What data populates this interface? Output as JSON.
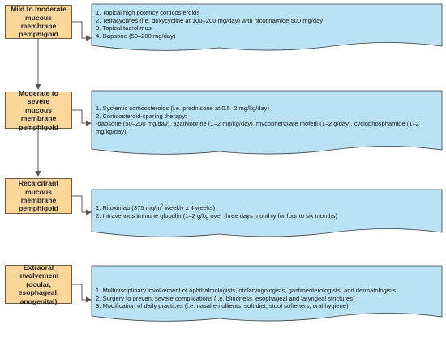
{
  "colors": {
    "stage_fill": "#fcd79c",
    "stage_border": "#6b5a3e",
    "treatment_fill": "#b9e3f4",
    "treatment_border": "#3a3a3a",
    "connector": "#555555"
  },
  "stages": [
    {
      "label": "Mild to moderate\nmucous membrane\npemphigoid",
      "treatments": [
        "1.  Topical high potency corticosteroids",
        "2.  Tetracyclines (i.e. doxycycline at 100–200 mg/day) with nicotinamide 500 mg/day",
        "3.  Topical tacrolimus",
        "4.  Dapsone (50–200 mg/day)"
      ]
    },
    {
      "label": "Moderate to severe\nmucous membrane\npemphigoid",
      "treatments": [
        "1. Systemic corticosteroids (i.e. prednisone at 0.5–2 mg/kg/day)",
        "2. Corticosteroid-sparing therapy:",
        "-dapsone (50–200 mg/day), azathioprine (1–2 mg/kg/day), mycophenolate mofetil (1–2 g/day), cyclophosphamide (1–2 mg/kg/day)"
      ]
    },
    {
      "label": "Recalcitrant\nmucous membrane\npemphigoid",
      "treatments": [
        "1.  Rituximab (375 mg/m",
        "2.  Intravenous immune globulin (1–2 g/kg over three days monthly for four to six months)"
      ],
      "rituximab_sup": "2",
      "rituximab_rest": " weekly x 4 weeks)"
    },
    {
      "label": "Extraoral\ninvolvement (ocular,\nesophageal,\nanogenital)",
      "treatments": [
        "1.  Multidisciplinary involvement of ophthalmologists, otolaryngologists, gastroenterologists, and dermatologists",
        "2.  Surgery to prevent severe complications (i.e. blindness, esophageal and laryngeal strictures)",
        "3.  Modification of daily practices (i.e. nasal emollients, soft diet, stool softeners, oral hygiene)"
      ]
    }
  ]
}
